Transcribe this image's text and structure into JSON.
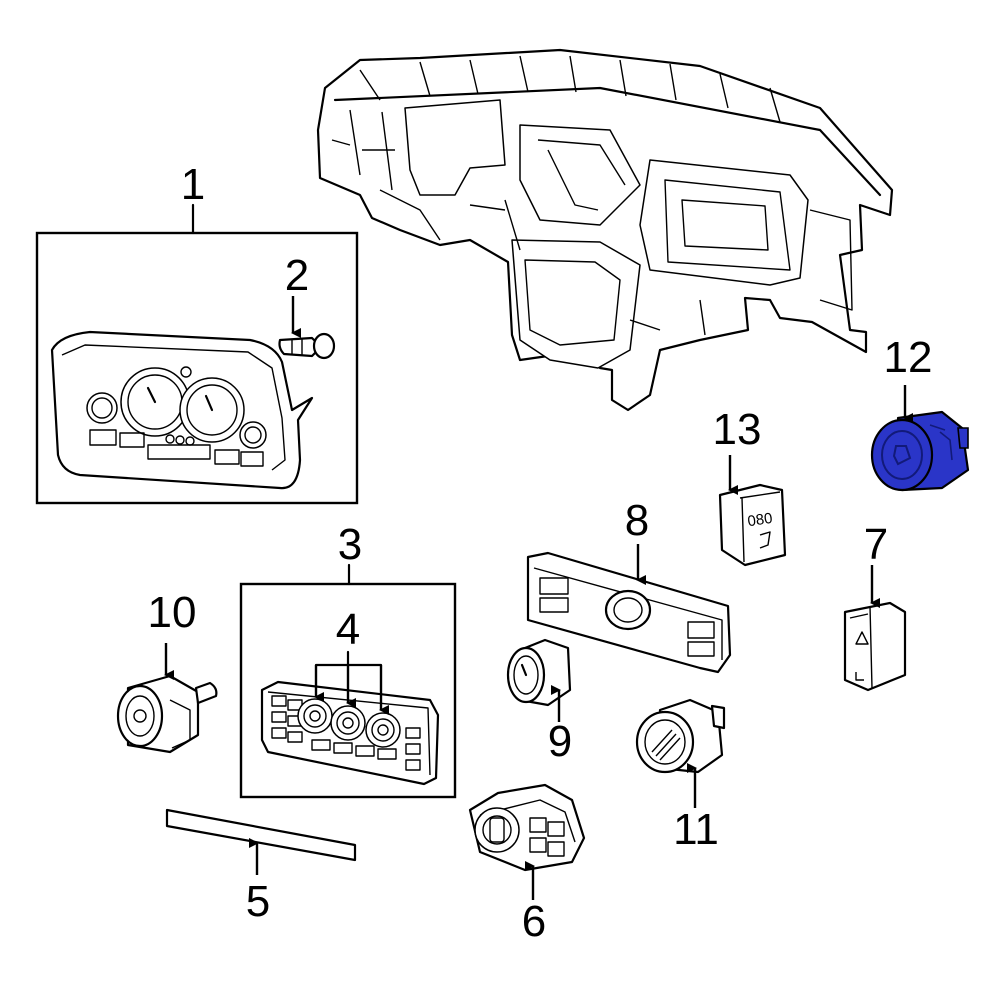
{
  "callouts": {
    "c1": "1",
    "c2": "2",
    "c3": "3",
    "c4": "4",
    "c5": "5",
    "c6": "6",
    "c7": "7",
    "c8": "8",
    "c9": "9",
    "c10": "10",
    "c11": "11",
    "c12": "12",
    "c13": "13"
  },
  "part13_text": "080",
  "colors": {
    "highlight": "#2a35c8",
    "highlight_dark": "#121a7a",
    "line": "#000000",
    "background": "#ffffff"
  }
}
